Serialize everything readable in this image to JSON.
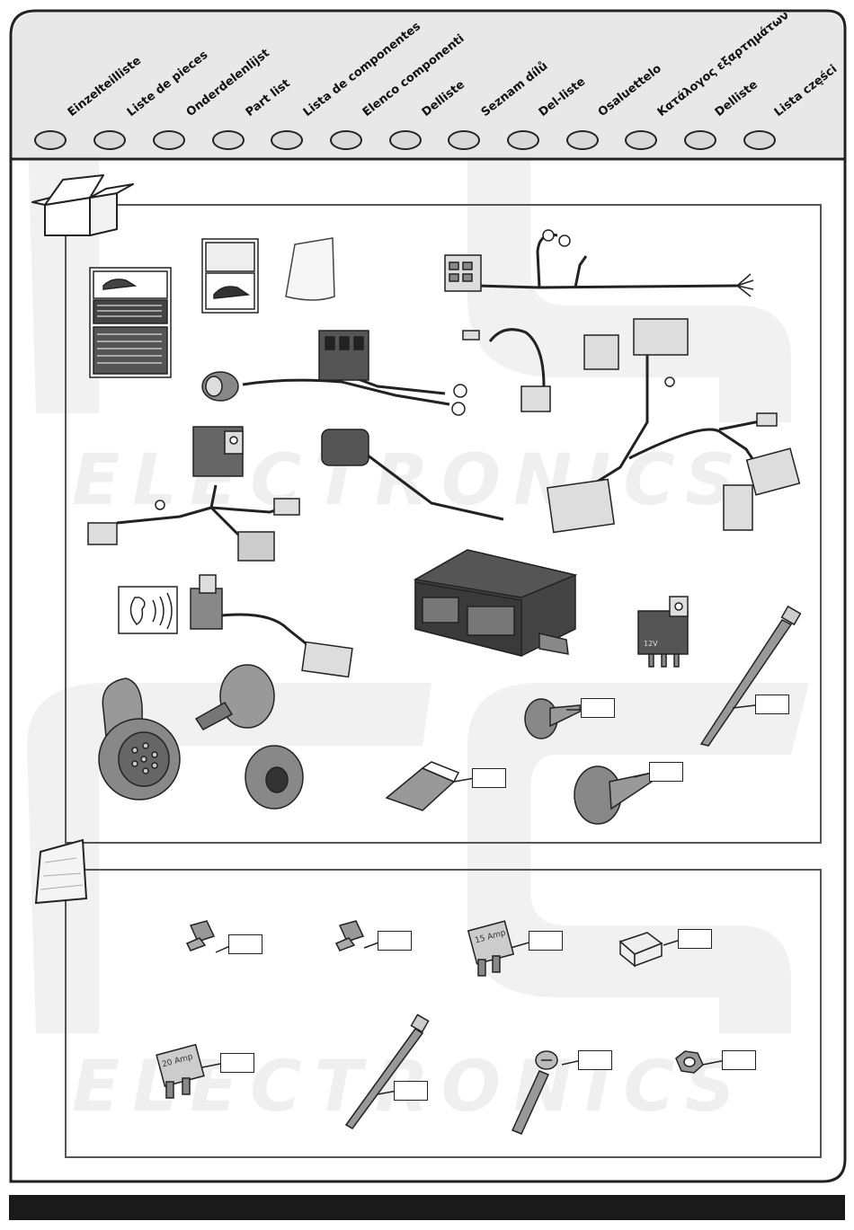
{
  "header": {
    "labels": [
      "Einzelteilliste",
      "Liste de pieces",
      "Onderdelenlijst",
      "Part list",
      "Lista de componentes",
      "Elenco componenti",
      "Delliste",
      "Seznam dílů",
      "Del-liste",
      "Osaluettelo",
      "Κατάλογος εξαρτημάτων",
      "Delliste",
      "Lista części"
    ]
  },
  "watermark": {
    "brand_top": "ECS",
    "word": "ELECTRONICS"
  },
  "parts": {
    "relay_label": "12V",
    "fuse_15_label": "15 Amp",
    "fuse_20_label": "20 Amp"
  },
  "colors": {
    "frame": "#222222",
    "header_bg": "#e6e6e6",
    "oval_fill": "#d9d9d9",
    "bottom_bar": "#1a1a1a"
  }
}
